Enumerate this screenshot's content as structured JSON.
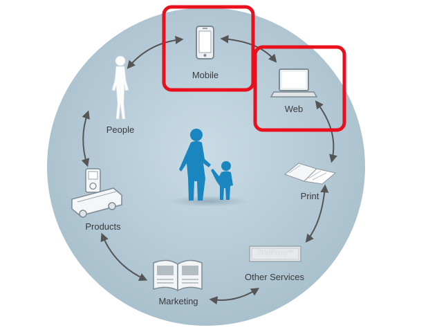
{
  "diagram": {
    "nodes": {
      "mobile": {
        "label": "Mobile",
        "icon": "smartphone-icon",
        "highlighted": true
      },
      "web": {
        "label": "Web",
        "icon": "laptop-icon",
        "highlighted": true
      },
      "print": {
        "label": "Print",
        "icon": "folded-paper-icon"
      },
      "other_services": {
        "label": "Other Services",
        "icon": "badge-icon",
        "badge_text": "ThirdParty™"
      },
      "marketing": {
        "label": "Marketing",
        "icon": "open-magazine-icon"
      },
      "products": {
        "label": "Products",
        "icon": "bus-and-music-player-icon"
      },
      "people": {
        "label": "People",
        "icon": "woman-silhouette-icon"
      }
    },
    "center_icon": "parent-and-child-icon",
    "colors": {
      "circle_fill": "#b9cdd8",
      "circle_edge": "#a6bdca",
      "center_figure": "#1a86c0",
      "highlight": "#e8101c",
      "arrow": "#555555",
      "label_text": "#3a3a3a"
    }
  }
}
